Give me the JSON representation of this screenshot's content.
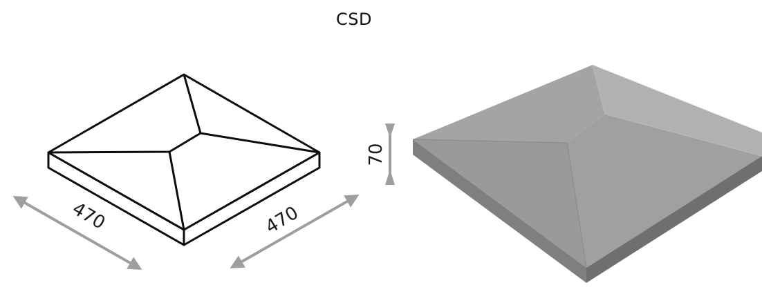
{
  "title": "CSD",
  "dimensions": {
    "length": "470",
    "width": "470",
    "height": "70"
  },
  "colors": {
    "outline": "#0d0d0d",
    "dimension_arrow": "#9e9e9e",
    "render_top_left": "#9c9c9c",
    "render_top_right": "#a9a9a9",
    "render_top_front": "#959595",
    "render_side_front": "#6f6f6f",
    "render_side_left": "#7f7f7f"
  }
}
